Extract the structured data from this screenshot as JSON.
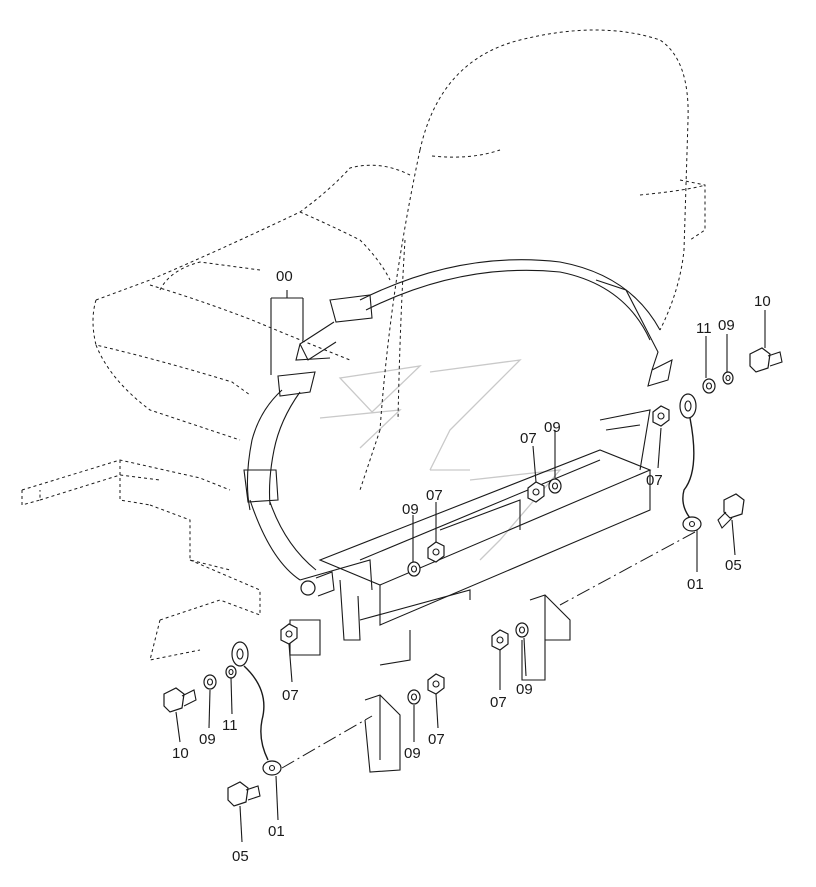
{
  "callouts": [
    {
      "id": "c00",
      "text": "00"
    },
    {
      "id": "c10r",
      "text": "10"
    },
    {
      "id": "c11r",
      "text": "11"
    },
    {
      "id": "c09r",
      "text": "09"
    },
    {
      "id": "c07a",
      "text": "07"
    },
    {
      "id": "c09a",
      "text": "09"
    },
    {
      "id": "c07b",
      "text": "07"
    },
    {
      "id": "c09b",
      "text": "09"
    },
    {
      "id": "c07c",
      "text": "07"
    },
    {
      "id": "c07d",
      "text": "07"
    },
    {
      "id": "c05r",
      "text": "05"
    },
    {
      "id": "c01r",
      "text": "01"
    },
    {
      "id": "c07e",
      "text": "07"
    },
    {
      "id": "c09e",
      "text": "09"
    },
    {
      "id": "c10l",
      "text": "10"
    },
    {
      "id": "c09l",
      "text": "09"
    },
    {
      "id": "c11l",
      "text": "11"
    },
    {
      "id": "c07l",
      "text": "07"
    },
    {
      "id": "c09m",
      "text": "09"
    },
    {
      "id": "c07m",
      "text": "07"
    },
    {
      "id": "c01l",
      "text": "01"
    },
    {
      "id": "c05l",
      "text": "05"
    }
  ]
}
